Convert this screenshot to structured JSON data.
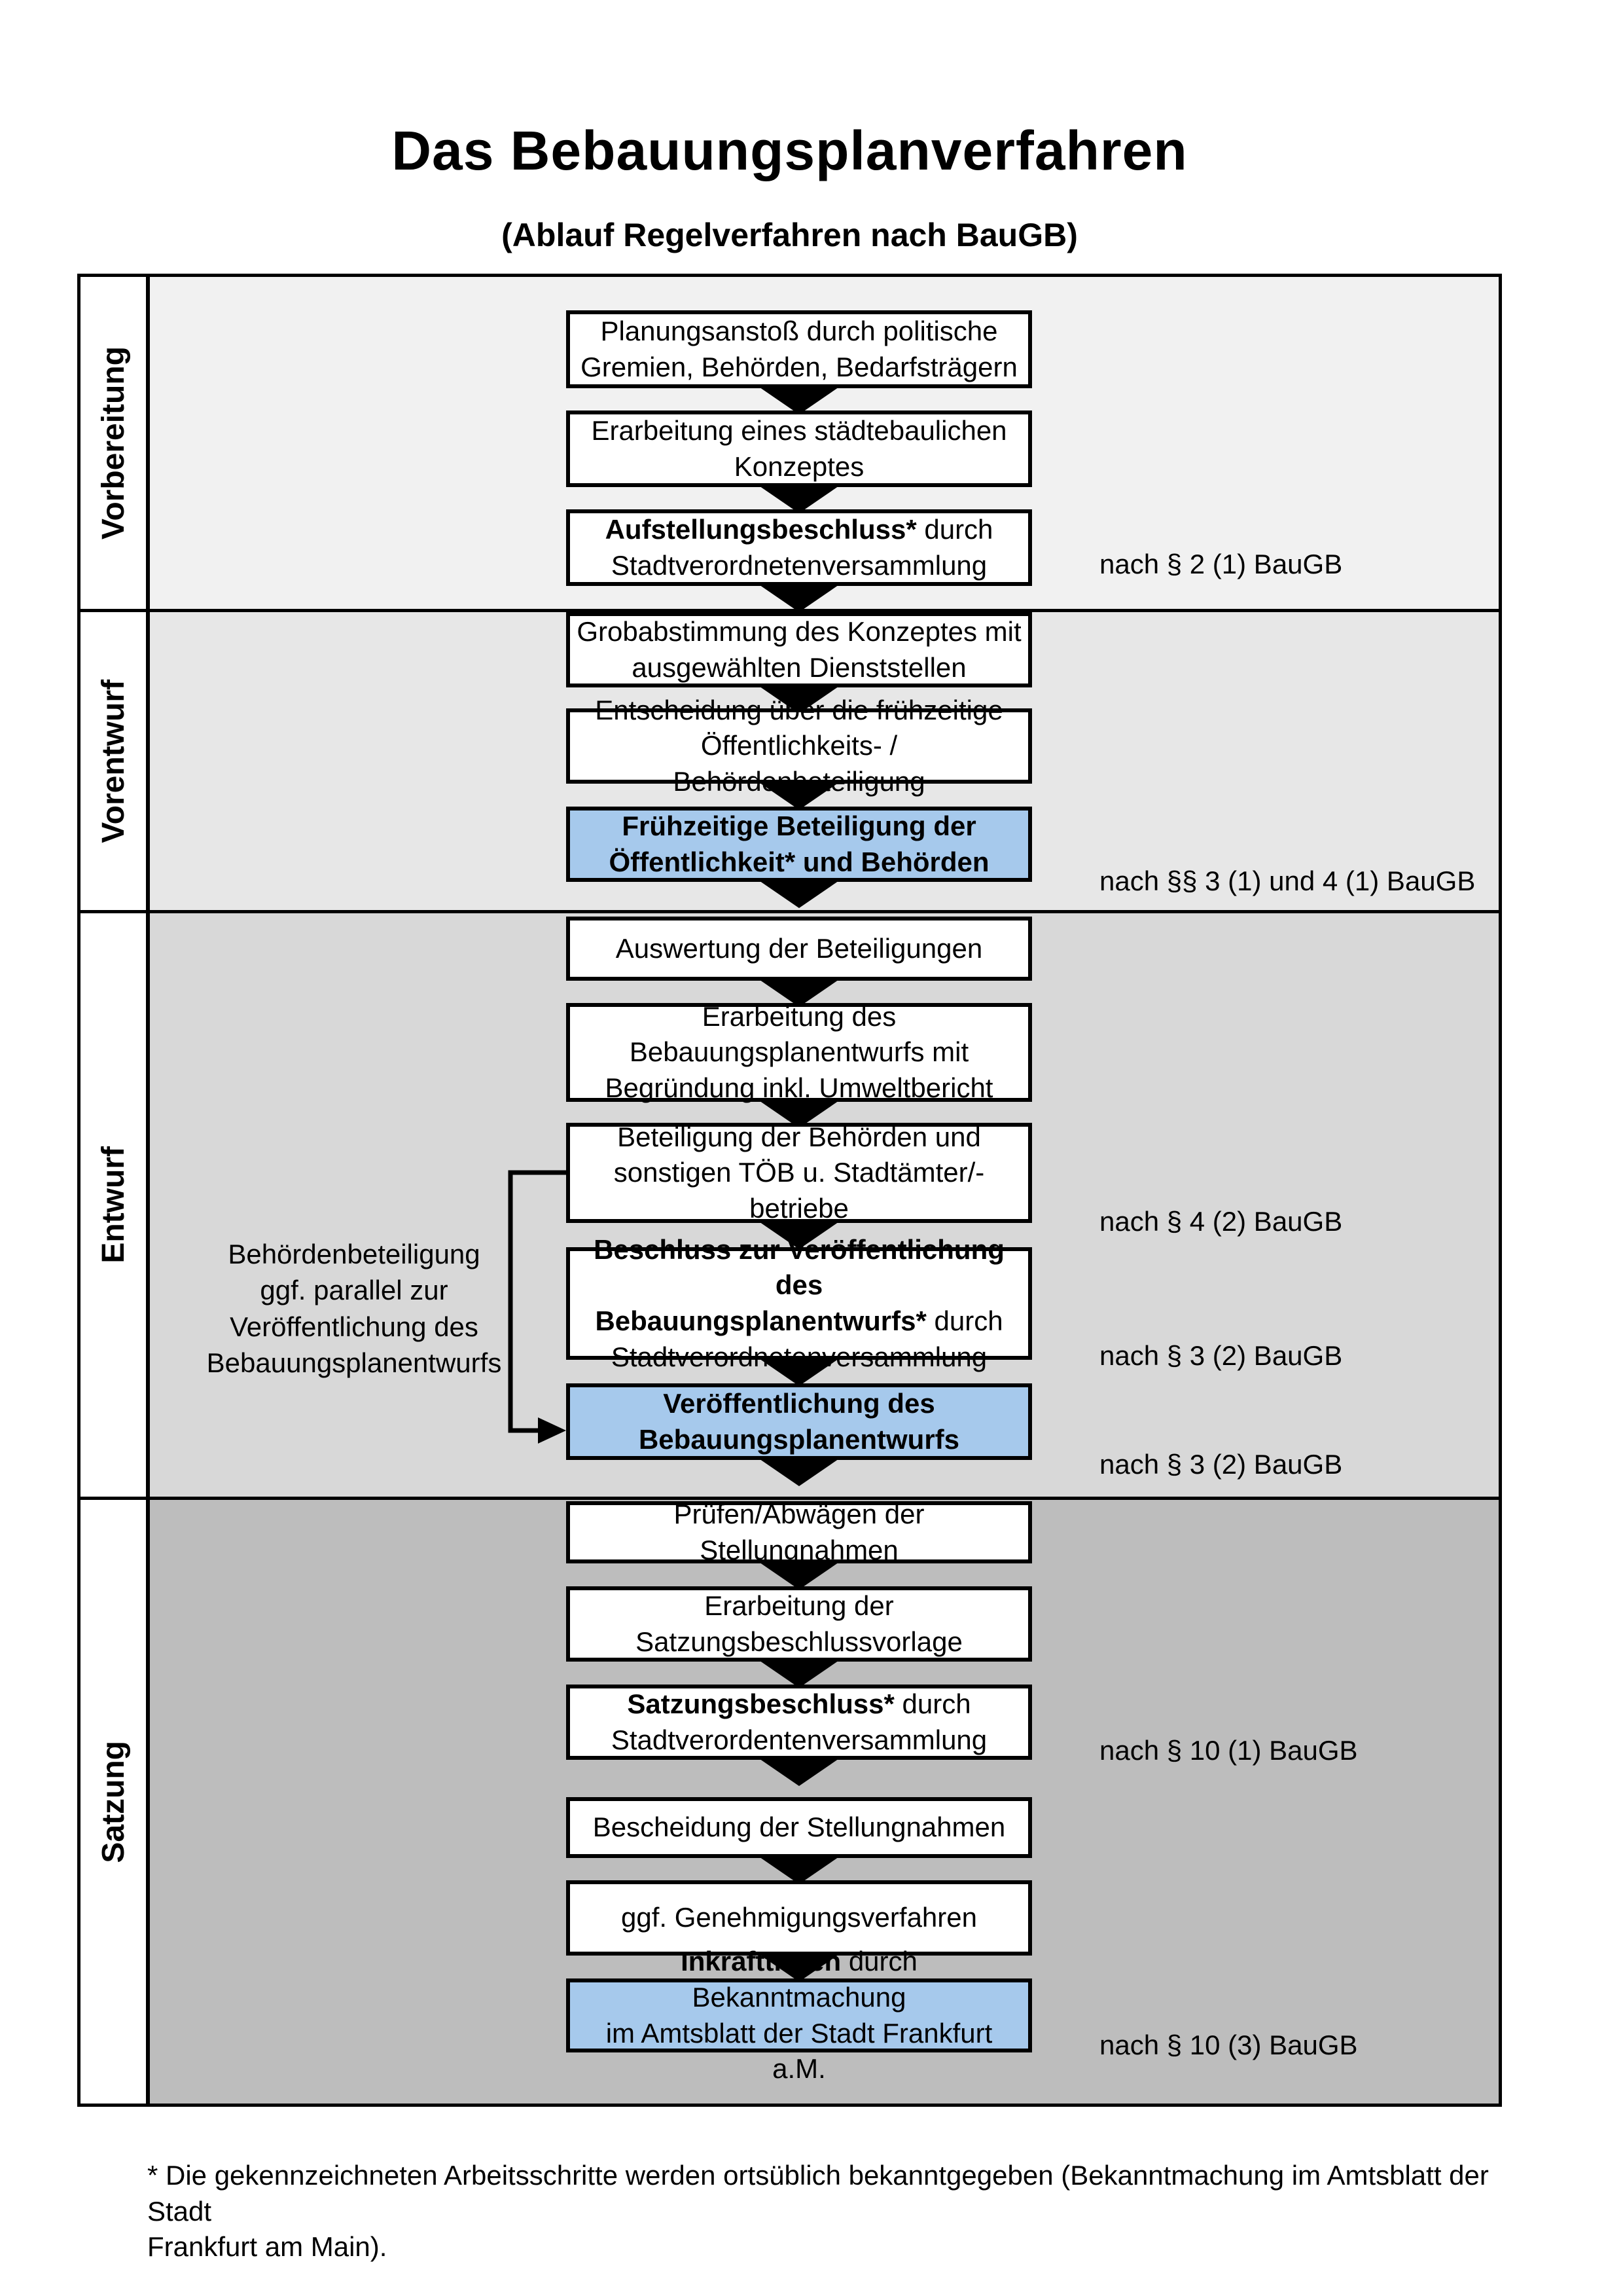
{
  "title": "Das Bebauungsplanverfahren",
  "subtitle": "(Ablauf Regelverfahren nach BauGB)",
  "phases": [
    {
      "label": "Vorbereitung"
    },
    {
      "label": "Vorentwurf"
    },
    {
      "label": "Entwurf"
    },
    {
      "label": "Satzung"
    }
  ],
  "steps": [
    {
      "bold": "",
      "rest": "Planungsanstoß durch politische\nGremien, Behörden, Bedarfsträgern",
      "variant": "white",
      "phase": "Vorbereitung"
    },
    {
      "bold": "",
      "rest": "Erarbeitung eines städtebaulichen\nKonzeptes",
      "variant": "white",
      "phase": "Vorbereitung"
    },
    {
      "bold": "Aufstellungsbeschluss*",
      "rest": " durch\nStadtverordnetenversammlung",
      "variant": "white",
      "phase": "Vorbereitung"
    },
    {
      "bold": "",
      "rest": "Grobabstimmung des Konzeptes mit\nausgewählten Dienststellen",
      "variant": "white",
      "phase": "Vorentwurf"
    },
    {
      "bold": "",
      "rest": "Entscheidung über die frühzeitige\nÖffentlichkeits- / Behördenbeteiligung",
      "variant": "white",
      "phase": "Vorentwurf"
    },
    {
      "bold": "Frühzeitige Beteiligung der\nÖffentlichkeit* und Behörden",
      "rest": "",
      "variant": "blue",
      "phase": "Vorentwurf"
    },
    {
      "bold": "",
      "rest": "Auswertung der Beteiligungen",
      "variant": "white",
      "phase": "Entwurf"
    },
    {
      "bold": "",
      "rest": "Erarbeitung des\nBebauungsplanentwurfs mit\nBegründung inkl. Umweltbericht",
      "variant": "white",
      "phase": "Entwurf"
    },
    {
      "bold": "",
      "rest": "Beteiligung der Behörden und\nsonstigen TÖB u. Stadtämter/-betriebe",
      "variant": "white",
      "phase": "Entwurf"
    },
    {
      "bold": "Beschluss zur Veröffentlichung des\nBebauungsplanentwurfs*",
      "rest": " durch\nStadtverordnetenversammlung",
      "variant": "white",
      "phase": "Entwurf"
    },
    {
      "bold": "Veröffentlichung des\nBebauungsplanentwurfs",
      "rest": "",
      "variant": "blue",
      "phase": "Entwurf"
    },
    {
      "bold": "",
      "rest": "Prüfen/Abwägen der Stellungnahmen",
      "variant": "white",
      "phase": "Satzung"
    },
    {
      "bold": "",
      "rest": "Erarbeitung der\nSatzungsbeschlussvorlage",
      "variant": "white",
      "phase": "Satzung"
    },
    {
      "bold": "Satzungsbeschluss*",
      "rest": " durch\nStadtverordentenversammlung",
      "variant": "white",
      "phase": "Satzung"
    },
    {
      "bold": "",
      "rest": "Bescheidung der Stellungnahmen",
      "variant": "white",
      "phase": "Satzung"
    },
    {
      "bold": "",
      "rest": "ggf. Genehmigungsverfahren",
      "variant": "white",
      "phase": "Satzung"
    },
    {
      "bold": "Inkrafttreten",
      "rest": " durch Bekanntmachung\nim Amtsblatt der Stadt Frankfurt a.M.",
      "variant": "blue",
      "phase": "Satzung"
    }
  ],
  "refs": [
    "nach § 2 (1) BauGB",
    "nach §§ 3 (1) und 4 (1) BauGB",
    "nach § 4 (2) BauGB",
    "nach § 3 (2) BauGB",
    "nach § 3 (2) BauGB",
    "nach § 10 (1) BauGB",
    "nach § 10 (3) BauGB"
  ],
  "side_note": "Behördenbeteiligung\nggf. parallel zur\nVeröffentlichung des\nBebauungsplanentwurfs",
  "footnote": "* Die gekennzeichneten Arbeitsschritte werden ortsüblich bekanntgegeben (Bekanntmachung im Amtsblatt  der Stadt\nFrankfurt am Main).",
  "colors": {
    "band_vorbereitung": "#f1f1f1",
    "band_vorentwurf": "#e7e7e7",
    "band_entwurf": "#d8d8d8",
    "band_satzung": "#bdbdbd",
    "highlight_box_blue": "#a6c9ec",
    "box_white": "#ffffff",
    "border_black": "#000000"
  }
}
